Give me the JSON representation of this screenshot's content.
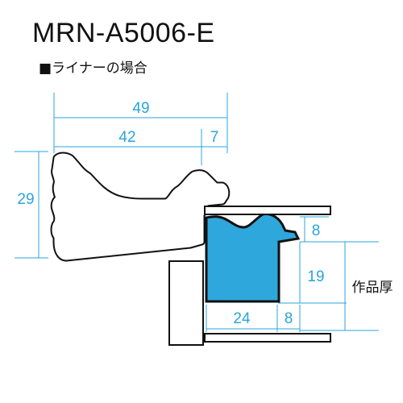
{
  "title": "MRN-A5006-E",
  "subtitle": "■ライナーの場合",
  "colors": {
    "dimension": "#2aa4dc",
    "liner_fill": "#2ea7dc",
    "outline": "#111111"
  },
  "dimensions": {
    "overall_width": "49",
    "inner_width": "42",
    "lip_width": "7",
    "height": "29",
    "liner_lip": "8",
    "liner_height": "19",
    "liner_width": "24",
    "liner_step": "8",
    "artwork_thickness_label": "作品厚"
  }
}
